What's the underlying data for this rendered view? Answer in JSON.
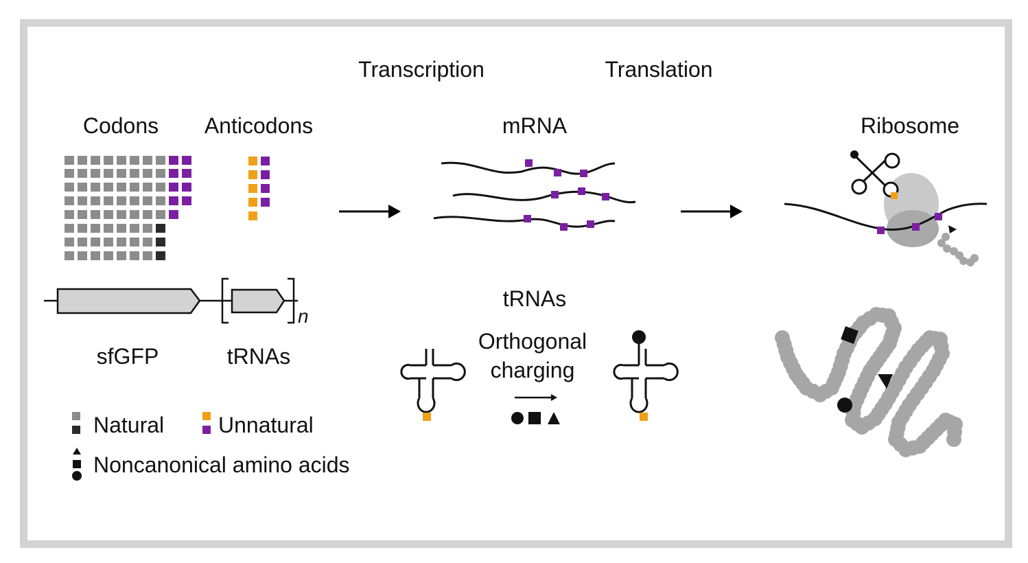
{
  "headers": {
    "transcription": "Transcription",
    "translation": "Translation",
    "codons": "Codons",
    "anticodons": "Anticodons",
    "mrna": "mRNA",
    "ribosome": "Ribosome",
    "trnas_middle": "tRNAs",
    "orthogonal_line1": "Orthogonal",
    "orthogonal_line2": "charging"
  },
  "plasmid": {
    "gene_label": "sfGFP",
    "trna_label": "tRNAs",
    "repeat_symbol": "n"
  },
  "legend": {
    "natural": "Natural",
    "unnatural": "Unnatural",
    "noncanonical": "Noncanonical amino acids"
  },
  "colors": {
    "natural_light": "#8c8c8c",
    "natural_dark": "#2b2b2b",
    "unnatural_purple": "#7a1fa2",
    "unnatural_orange": "#f0a018",
    "protein_gray": "#a6a6a6",
    "ribosome_gray": "#c4c4c4"
  }
}
